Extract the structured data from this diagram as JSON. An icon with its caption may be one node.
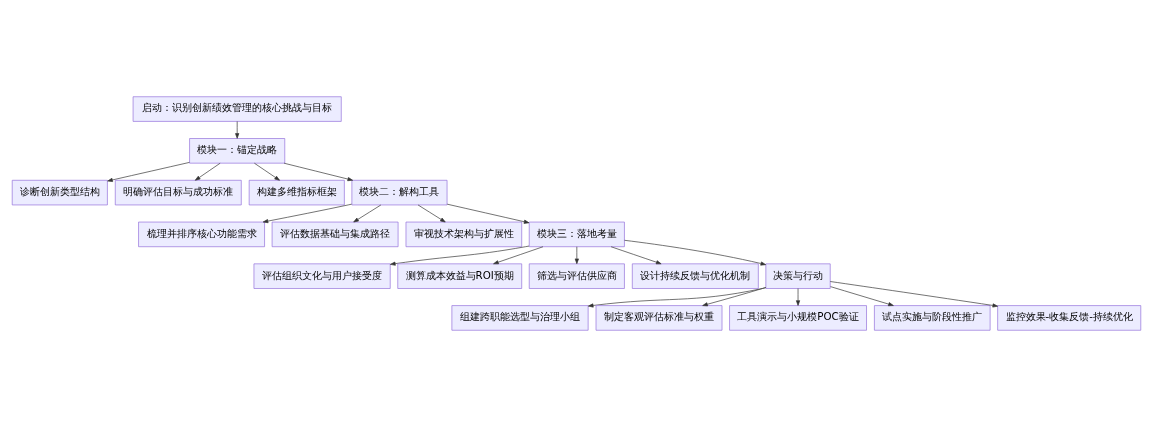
{
  "diagram": {
    "nodes": [
      {
        "text": [
          "启动：识别创新绩效管理的核心挑战与目标"
        ]
      },
      {
        "text": [
          "模块一：锚定战略"
        ]
      },
      {
        "text": [
          "诊断创新类型结构"
        ]
      },
      {
        "text": [
          "明确评估目标与成功标准"
        ]
      },
      {
        "text": [
          "构建多维指标框架"
        ]
      },
      {
        "text": [
          "模块二：解构工具"
        ]
      },
      {
        "text": [
          "梳理并排序核心功能需求"
        ]
      },
      {
        "text": [
          "评估数据基础与集成路径"
        ]
      },
      {
        "text": [
          "审视技术架构与扩展性"
        ]
      },
      {
        "text": [
          "模块三：落地考量"
        ]
      },
      {
        "text": [
          "评估组织文化与用户接受度"
        ]
      },
      {
        "text": [
          "测算成本效益与ROI预期"
        ]
      },
      {
        "text": [
          "筛选与评估供应商"
        ]
      },
      {
        "text": [
          "设计持续反馈与优化机制"
        ]
      },
      {
        "text": [
          "决策与行动"
        ]
      },
      {
        "text": [
          "组建跨职能选型与治理小组"
        ]
      },
      {
        "text": [
          "制定客观评估标准与权重"
        ]
      },
      {
        "text": [
          "工具演示与小规模POC验证"
        ]
      },
      {
        "text": [
          "试点实施与阶段性推广"
        ]
      },
      {
        "text": [
          "监控效果-收集反馈-持续优化"
        ]
      }
    ],
    "edges": [
      {
        "from": 0,
        "to": 1,
        "arrow": "to"
      },
      {
        "from": 1,
        "to": 2,
        "arrow": "to"
      },
      {
        "from": 1,
        "to": 3,
        "arrow": "to"
      },
      {
        "from": 1,
        "to": 4,
        "arrow": "to"
      },
      {
        "from": 1,
        "to": 5,
        "arrow": "to"
      },
      {
        "from": 5,
        "to": 6,
        "arrow": "to"
      },
      {
        "from": 5,
        "to": 7,
        "arrow": "to"
      },
      {
        "from": 5,
        "to": 8,
        "arrow": "to"
      },
      {
        "from": 5,
        "to": 9,
        "arrow": "to"
      },
      {
        "from": 9,
        "to": 10,
        "arrow": "to"
      },
      {
        "from": 9,
        "to": 11,
        "arrow": "to"
      },
      {
        "from": 9,
        "to": 12,
        "arrow": "to"
      },
      {
        "from": 9,
        "to": 13,
        "arrow": "to"
      },
      {
        "from": 9,
        "to": 14,
        "arrow": "to"
      },
      {
        "from": 14,
        "to": 15,
        "arrow": "to"
      },
      {
        "from": 14,
        "to": 16,
        "arrow": "to"
      },
      {
        "from": 14,
        "to": 17,
        "arrow": "to"
      },
      {
        "from": 14,
        "to": 18,
        "arrow": "to"
      },
      {
        "from": 14,
        "to": 19,
        "arrow": "to"
      }
    ]
  }
}
